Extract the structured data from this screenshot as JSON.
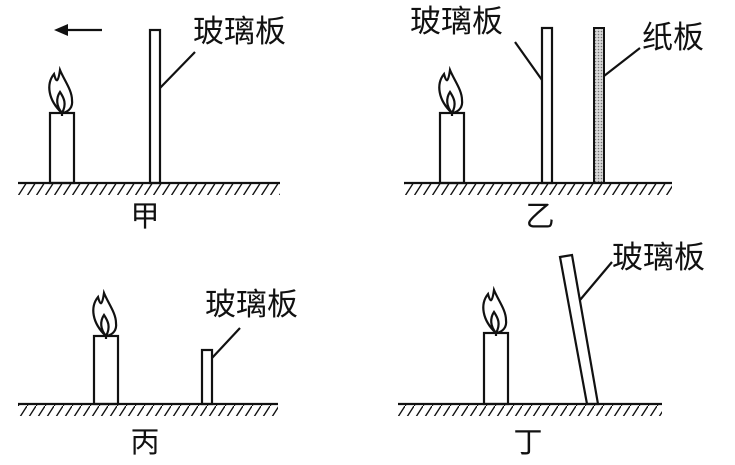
{
  "panels": [
    {
      "caption": "甲",
      "labels": [
        "玻璃板"
      ]
    },
    {
      "caption": "乙",
      "labels": [
        "玻璃板",
        "纸板"
      ]
    },
    {
      "caption": "丙",
      "labels": [
        "玻璃板"
      ]
    },
    {
      "caption": "丁",
      "labels": [
        "玻璃板"
      ]
    }
  ],
  "arrow_direction": "left"
}
